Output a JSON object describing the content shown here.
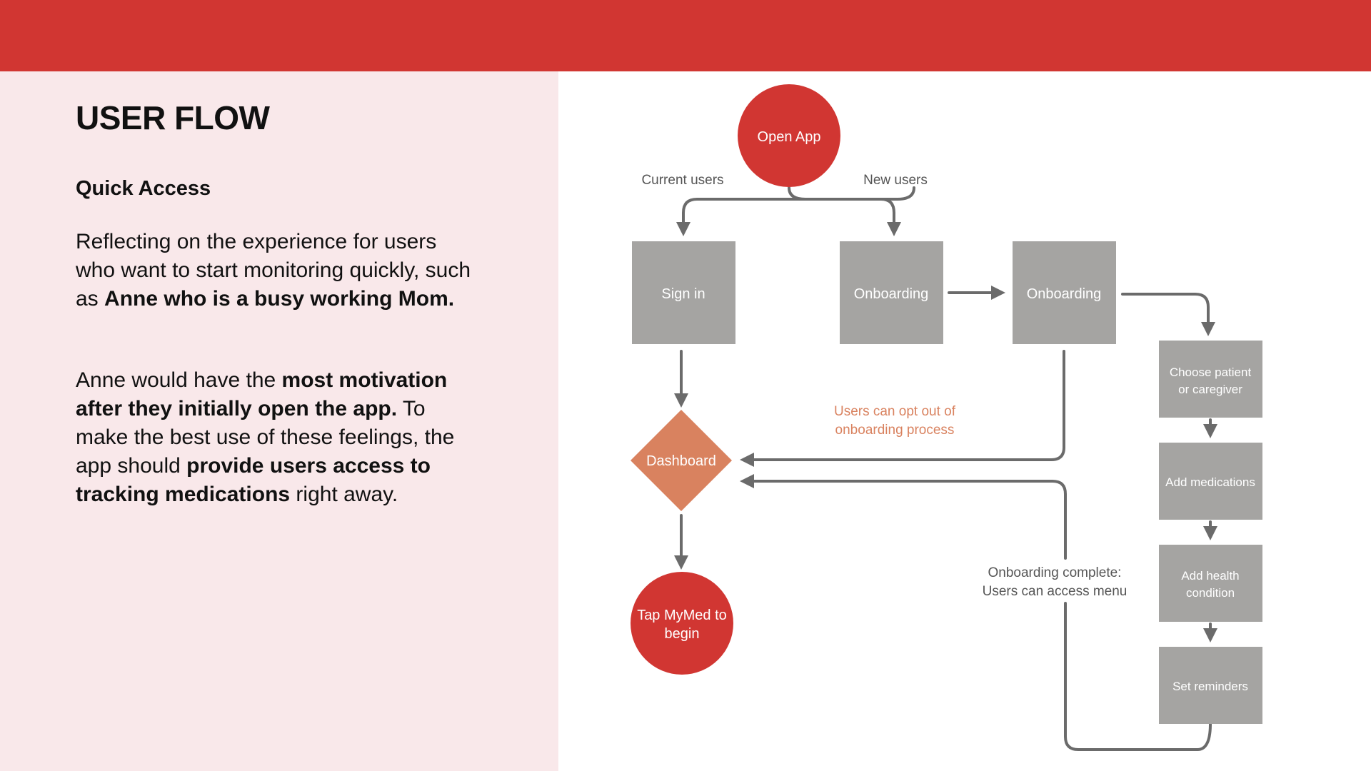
{
  "header": {
    "bar_color": "#d13632"
  },
  "left_panel": {
    "title": "USER FLOW",
    "heading": "Quick Access",
    "paragraph1": [
      {
        "text": "Reflecting on the experience for users who want to start monitoring quickly, such as ",
        "bold": false
      },
      {
        "text": "Anne who is a busy working Mom.",
        "bold": true
      }
    ],
    "paragraph2": [
      {
        "text": "Anne would have the ",
        "bold": false
      },
      {
        "text": "most motivation after they initially open the app.",
        "bold": true
      },
      {
        "text": " To make the best use of these feelings, the app should ",
        "bold": false
      },
      {
        "text": "provide users access to tracking medications",
        "bold": true
      },
      {
        "text": " right away.",
        "bold": false
      }
    ]
  },
  "diagram": {
    "colors": {
      "circle": "#d13632",
      "box": "#a5a4a2",
      "decision": "#d9825f",
      "arrow": "#6b6b6b",
      "note": "#d9825f",
      "label": "#555555"
    },
    "nodes": {
      "open_app": [
        "Open App"
      ],
      "sign_in": [
        "Sign in"
      ],
      "onboarding_1": [
        "Onboarding"
      ],
      "onboarding_2": [
        "Onboarding"
      ],
      "choose_patient": [
        "Choose patient",
        "or caregiver"
      ],
      "add_medications": [
        "Add medications"
      ],
      "add_health_condition": [
        "Add health",
        "condition"
      ],
      "set_reminders": [
        "Set reminders"
      ],
      "dashboard": [
        "Dashboard"
      ],
      "tap_mymed": [
        "Tap MyMed to",
        "begin"
      ]
    },
    "labels": {
      "current_users": [
        "Current users"
      ],
      "new_users": [
        "New users"
      ],
      "opt_out": [
        "Users can opt out of",
        "onboarding process"
      ],
      "onboarding_complete": [
        "Onboarding complete:",
        "Users can access menu"
      ]
    }
  }
}
